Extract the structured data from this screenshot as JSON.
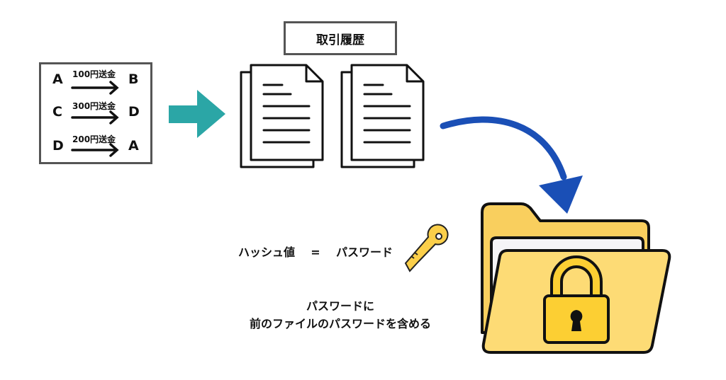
{
  "transactions": [
    {
      "from": "A",
      "to": "B",
      "label": "100円送金"
    },
    {
      "from": "C",
      "to": "D",
      "label": "300円送金"
    },
    {
      "from": "D",
      "to": "A",
      "label": "200円送金"
    }
  ],
  "history_title": "取引履歴",
  "hash_equation": {
    "left": "ハッシュ値",
    "op": "=",
    "right": "パスワード"
  },
  "note": {
    "line1": "パスワードに",
    "line2": "前のファイルのパスワードを含める"
  },
  "colors": {
    "teal_arrow": "#2ba6a6",
    "blue_arrow": "#1a4fb6",
    "folder": "#fddb75",
    "lock": "#fccf33",
    "key": "#fbcf4a"
  }
}
